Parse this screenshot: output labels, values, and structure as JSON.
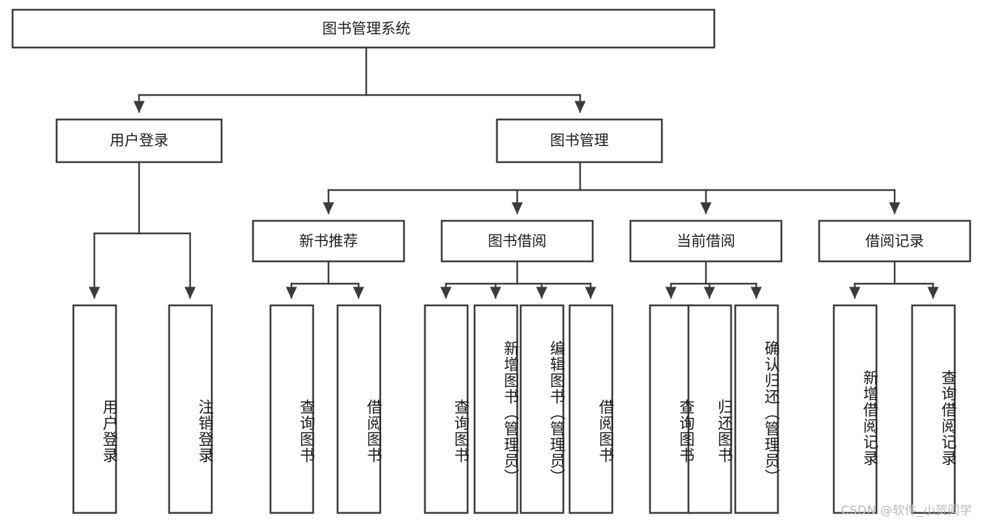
{
  "diagram": {
    "title": "图书管理系统",
    "type": "hierarchy-tree",
    "root": {
      "label": "图书管理系统"
    },
    "level1": [
      {
        "label": "用户登录"
      },
      {
        "label": "图书管理"
      }
    ],
    "level2": [
      {
        "label": "新书推荐"
      },
      {
        "label": "图书借阅"
      },
      {
        "label": "当前借阅"
      },
      {
        "label": "借阅记录"
      }
    ],
    "leaves_user_login": [
      {
        "label": "用户登录"
      },
      {
        "label": "注销登录"
      }
    ],
    "leaves_new_book": [
      {
        "label": "查询图书"
      },
      {
        "label": "借阅图书"
      }
    ],
    "leaves_borrow": [
      {
        "label": "查询图书"
      },
      {
        "label": "新增图书（管理员）"
      },
      {
        "label": "编辑图书（管理员）"
      },
      {
        "label": "借阅图书"
      }
    ],
    "leaves_current": [
      {
        "label": "查询图书"
      },
      {
        "label": "归还图书"
      },
      {
        "label": "确认归还（管理员）"
      }
    ],
    "leaves_record": [
      {
        "label": "新增借阅记录"
      },
      {
        "label": "查询借阅记录"
      }
    ],
    "colors": {
      "stroke": "#3b3b3b",
      "fill": "#ffffff",
      "text": "#1d1d1d",
      "watermark": "#b9b9b9"
    }
  },
  "watermark": {
    "text": "CSDN @软件_小贺同学"
  }
}
